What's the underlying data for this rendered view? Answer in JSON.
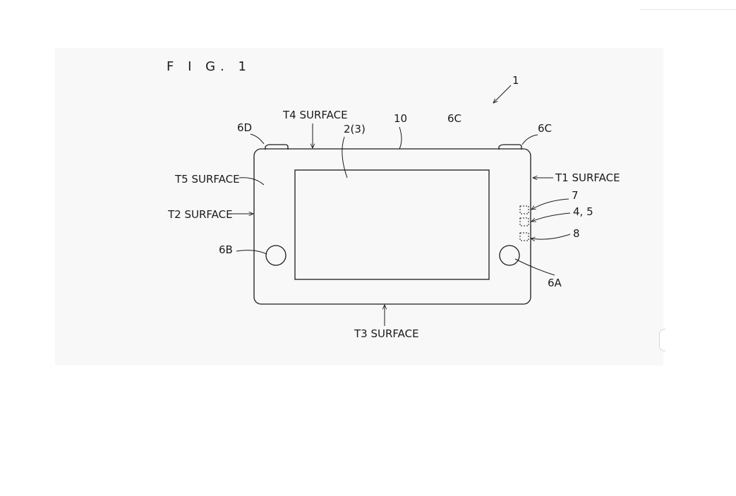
{
  "figure": {
    "title": "F I G. 1",
    "labels": {
      "ref_device": "1",
      "ref_housing": "10",
      "ref_display": "2(3)",
      "ref_6c_top": "6C",
      "ref_6c_button": "6C",
      "ref_6d": "6D",
      "ref_6a": "6A",
      "ref_6b": "6B",
      "ref_7": "7",
      "ref_45": "4, 5",
      "ref_8": "8",
      "t1_surface": "T1 SURFACE",
      "t2_surface": "T2 SURFACE",
      "t3_surface": "T3 SURFACE",
      "t4_surface": "T4 SURFACE",
      "t5_surface": "T5 SURFACE"
    }
  }
}
